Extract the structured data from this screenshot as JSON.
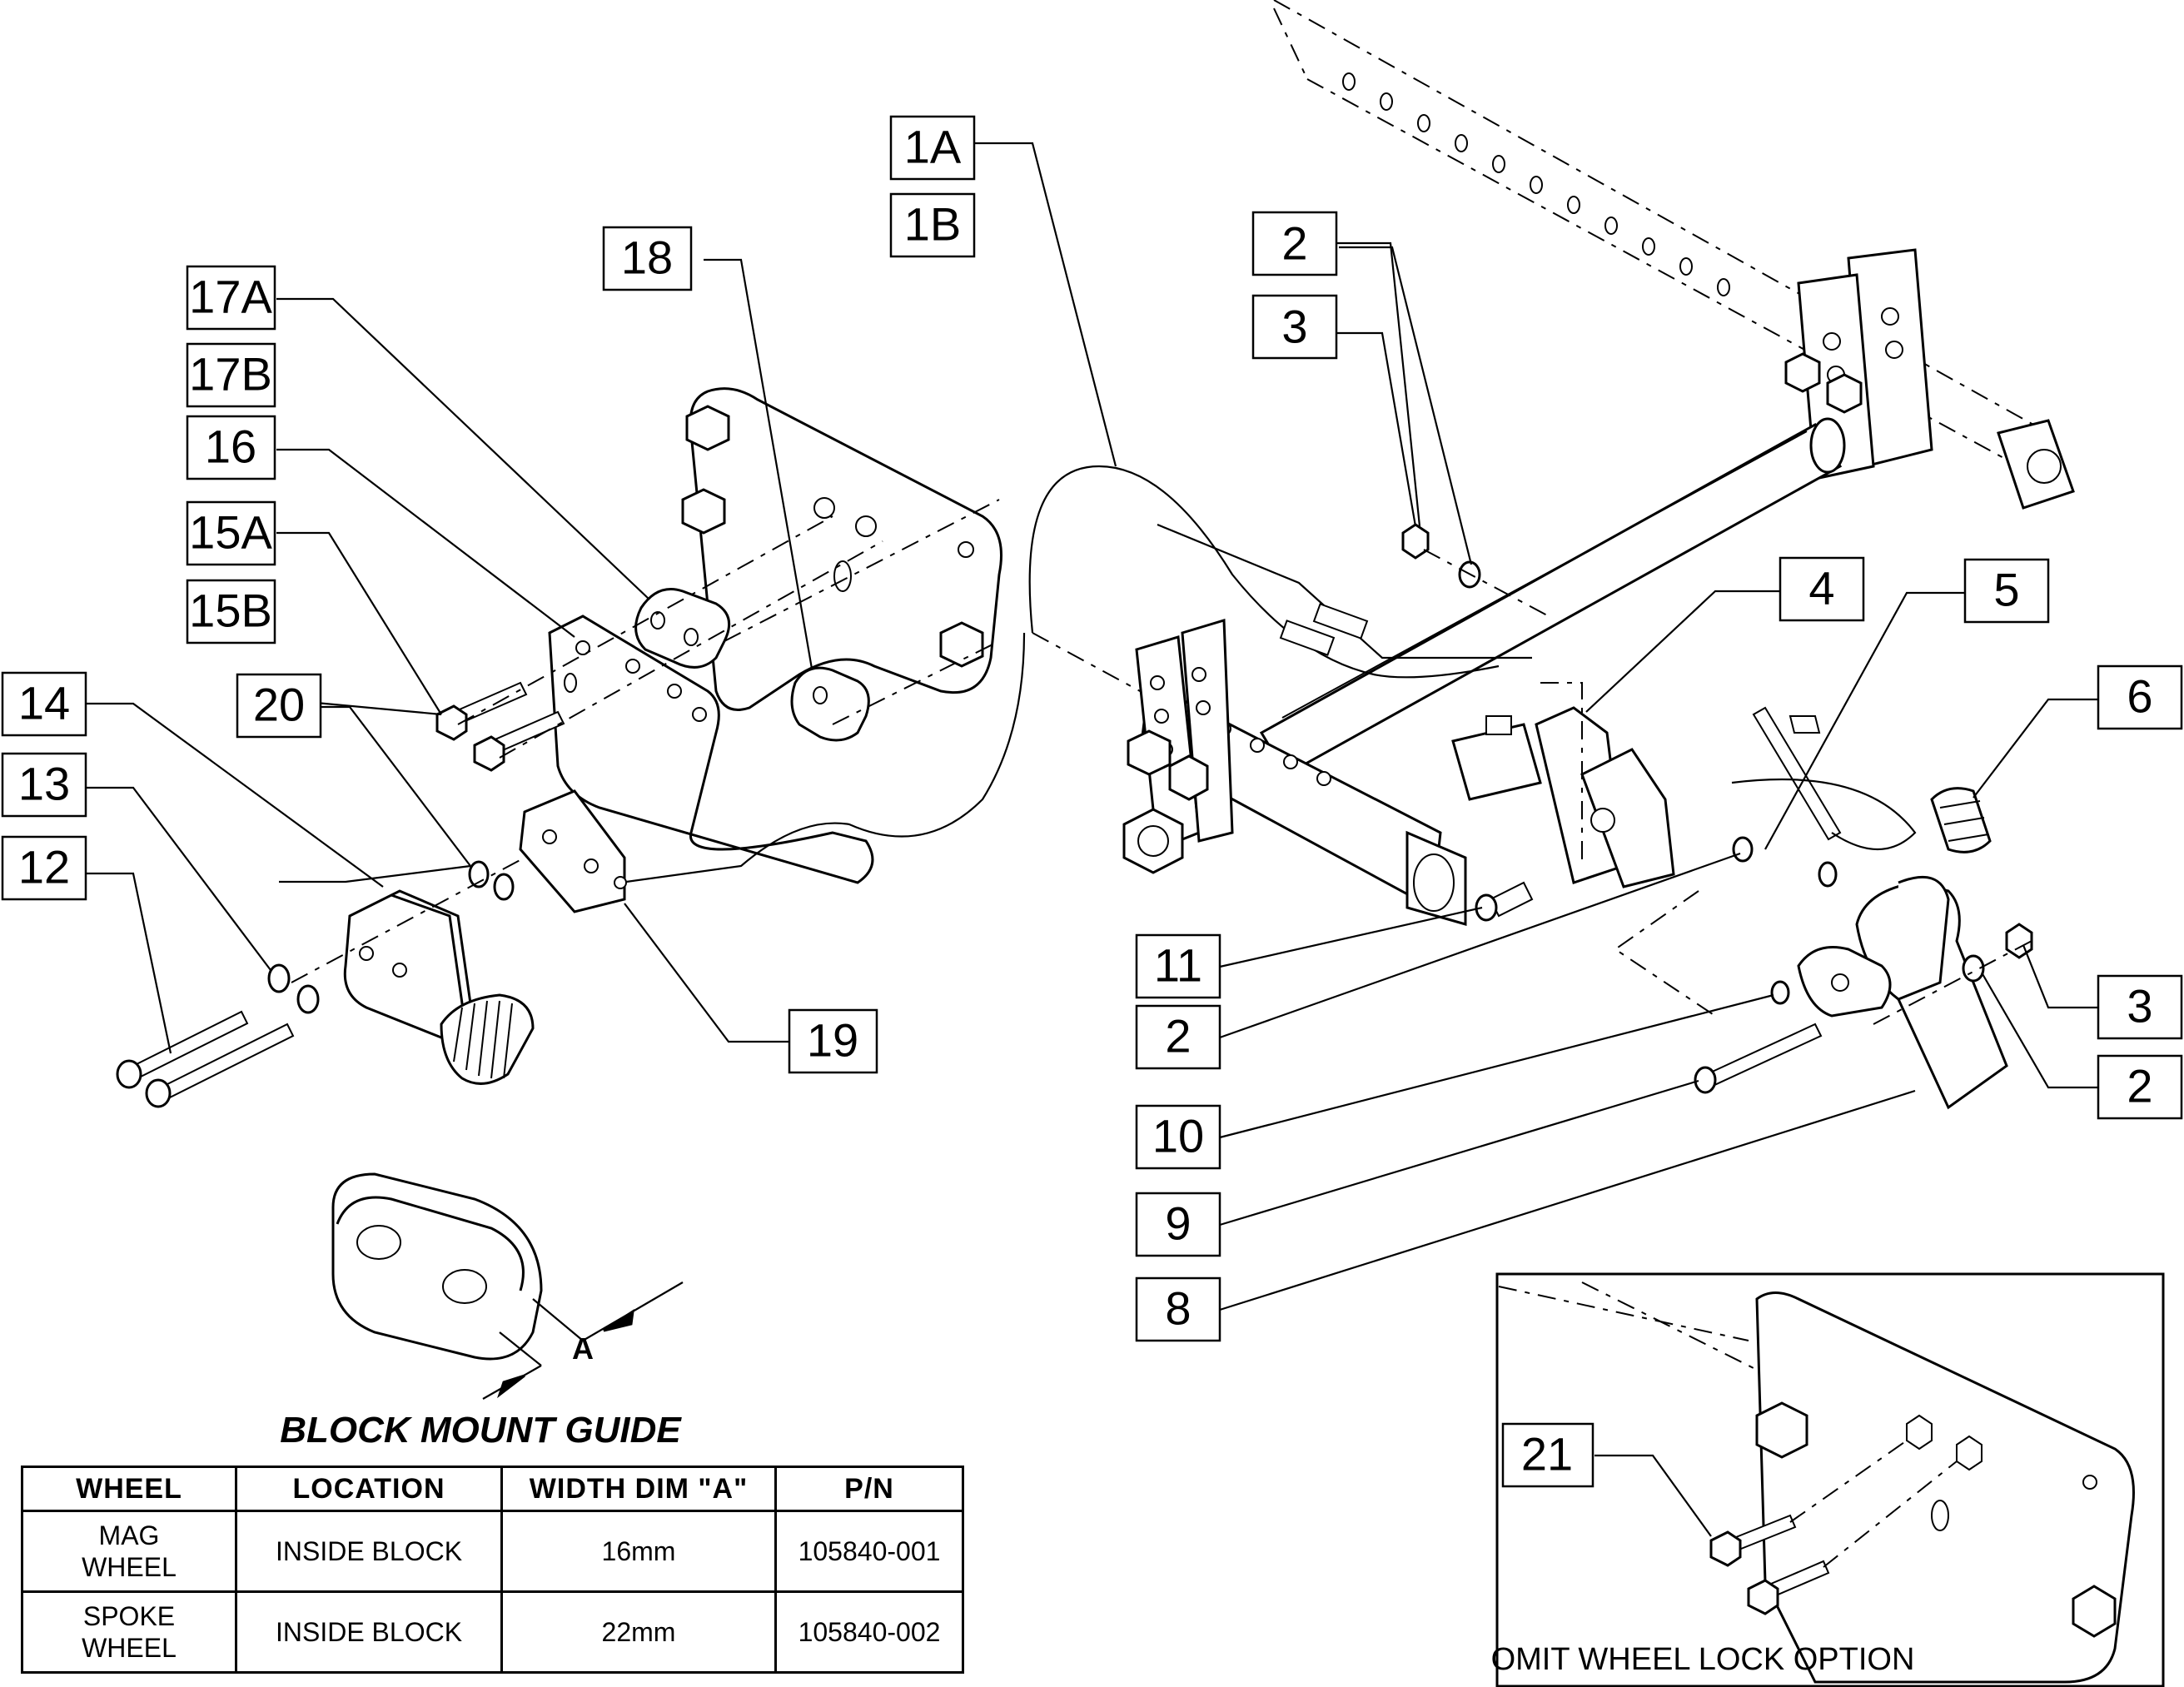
{
  "callouts": {
    "c1A": "1A",
    "c1B": "1B",
    "c2a": "2",
    "c3a": "3",
    "c4": "4",
    "c5": "5",
    "c6": "6",
    "c3b": "3",
    "c2b": "2",
    "c2c": "2",
    "c8": "8",
    "c9": "9",
    "c10": "10",
    "c11": "11",
    "c12": "12",
    "c13": "13",
    "c14": "14",
    "c15A": "15A",
    "c15B": "15B",
    "c16": "16",
    "c17A": "17A",
    "c17B": "17B",
    "c18": "18",
    "c19": "19",
    "c20": "20",
    "c21": "21"
  },
  "dimension_label": "A",
  "block_mount_guide": {
    "title": "BLOCK MOUNT GUIDE",
    "headers": [
      "WHEEL",
      "LOCATION",
      "WIDTH DIM \"A\"",
      "P/N"
    ],
    "rows": [
      {
        "wheel_line1": "MAG",
        "wheel_line2": "WHEEL",
        "location": "INSIDE BLOCK",
        "width": "16mm",
        "pn": "105840-001"
      },
      {
        "wheel_line1": "SPOKE",
        "wheel_line2": "WHEEL",
        "location": "INSIDE BLOCK",
        "width": "22mm",
        "pn": "105840-002"
      }
    ]
  },
  "inset_caption": "OMIT WHEEL LOCK OPTION"
}
